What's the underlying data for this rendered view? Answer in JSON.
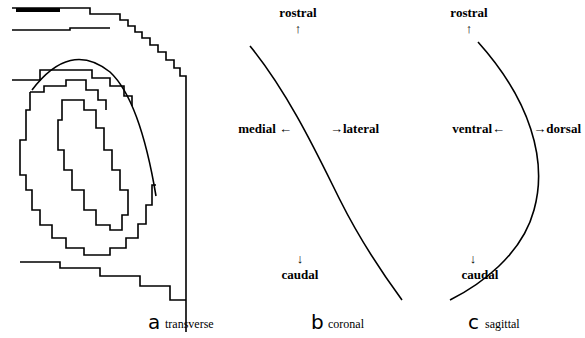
{
  "diagram": {
    "labels": [
      "rostral",
      "↑",
      "medial ←",
      "→lateral",
      "↓",
      "caudal",
      "rostral",
      "↑",
      "ventral←",
      "→dorsal",
      "↓",
      "caudal",
      "a",
      "transverse",
      "b",
      "coronal",
      "c",
      "sagittal"
    ]
  }
}
